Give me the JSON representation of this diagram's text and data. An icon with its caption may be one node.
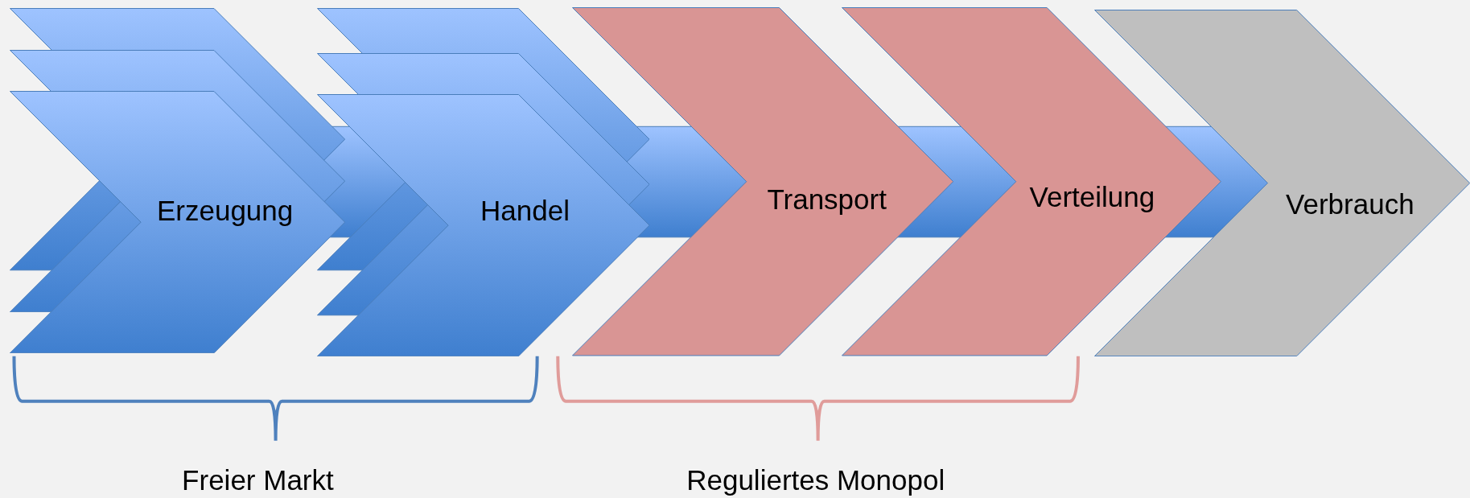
{
  "diagram": {
    "nodes": [
      {
        "text": [],
        "shape": "chevron"
      },
      {
        "text": [],
        "shape": "chevron"
      },
      {
        "text": [
          "Erzeugung"
        ]
      },
      {
        "text": [],
        "shape": "chevron"
      },
      {
        "text": [],
        "shape": "chevron"
      },
      {
        "text": [
          "Handel"
        ]
      },
      {
        "text": [
          "Transport"
        ]
      },
      {
        "text": [
          "Verteilung"
        ]
      },
      {
        "text": [
          "Verbrauch"
        ]
      }
    ],
    "edges": [],
    "labels": [
      "Freier Markt",
      "Reguliertes Monopol"
    ]
  }
}
